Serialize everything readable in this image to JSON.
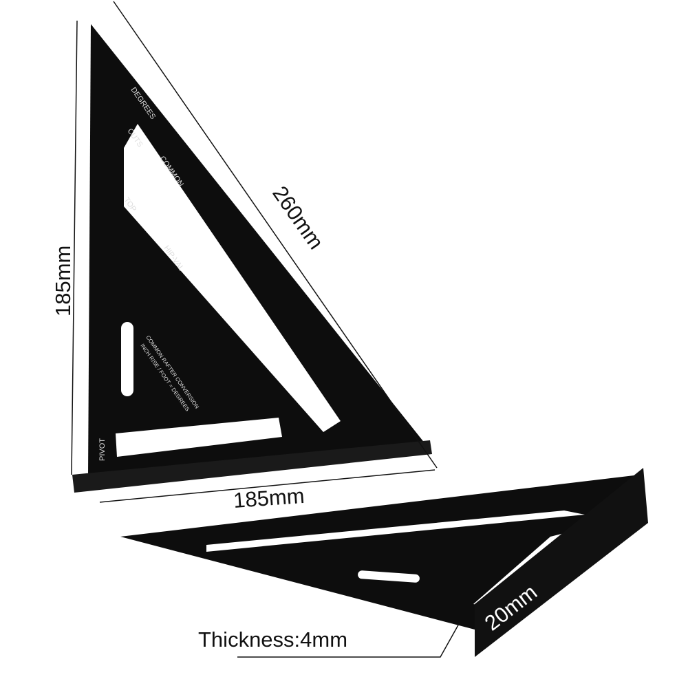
{
  "colors": {
    "tool_body": "#0d0d0d",
    "markings": "#dddddd",
    "dimension_lines": "#111111",
    "background": "#ffffff"
  },
  "dimensions": {
    "hypotenuse": "260mm",
    "height": "185mm",
    "base": "185mm",
    "lip_width": "20mm",
    "thickness": "Thickness:4mm"
  },
  "tool_markings": {
    "degrees": "DEGREES",
    "common": "COMMON",
    "cuts": "CUTS",
    "top": "TOP",
    "hip_val": "HIP-VAL",
    "pivot": "PIVOT",
    "conversion_title": "COMMON RAFTER CONVERSION",
    "conversion_subtitle": "INCH RISE / FOOT = DEGREES"
  }
}
